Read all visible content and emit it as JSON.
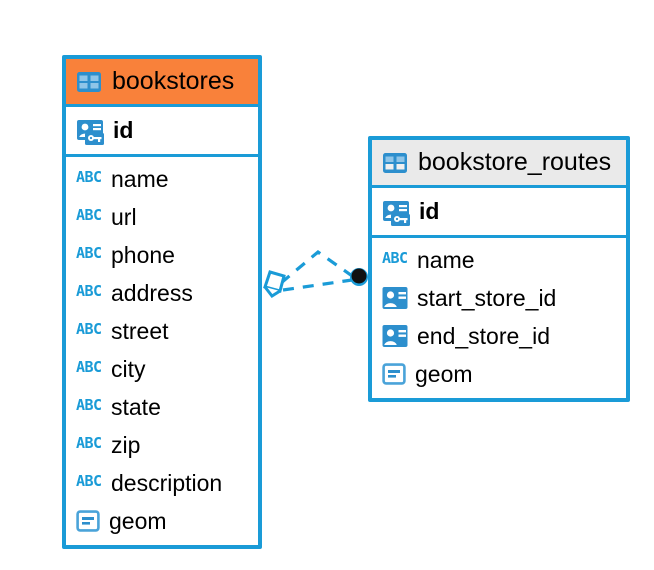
{
  "diagram": {
    "type": "entity-relationship-diagram",
    "background_color": "#ffffff",
    "accent_color": "#1a9bd7",
    "highlight_color": "#f9813a"
  },
  "entities": [
    {
      "name": "bookstores",
      "header_style": "accent-orange",
      "icon": "table-icon",
      "primary_keys": [
        {
          "label": "id",
          "icon": "primary-key-icon",
          "type": "pk"
        }
      ],
      "fields": [
        {
          "label": "name",
          "icon": "text-abc-icon",
          "type": "text",
          "icon_text": "ABC"
        },
        {
          "label": "url",
          "icon": "text-abc-icon",
          "type": "text",
          "icon_text": "ABC"
        },
        {
          "label": "phone",
          "icon": "text-abc-icon",
          "type": "text",
          "icon_text": "ABC"
        },
        {
          "label": "address",
          "icon": "text-abc-icon",
          "type": "text",
          "icon_text": "ABC"
        },
        {
          "label": "street",
          "icon": "text-abc-icon",
          "type": "text",
          "icon_text": "ABC"
        },
        {
          "label": "city",
          "icon": "text-abc-icon",
          "type": "text",
          "icon_text": "ABC"
        },
        {
          "label": "state",
          "icon": "text-abc-icon",
          "type": "text",
          "icon_text": "ABC"
        },
        {
          "label": "zip",
          "icon": "text-abc-icon",
          "type": "text",
          "icon_text": "ABC"
        },
        {
          "label": "description",
          "icon": "text-abc-icon",
          "type": "text",
          "icon_text": "ABC"
        },
        {
          "label": "geom",
          "icon": "geometry-icon",
          "type": "geometry"
        }
      ]
    },
    {
      "name": "bookstore_routes",
      "header_style": "accent-grey",
      "icon": "table-icon",
      "primary_keys": [
        {
          "label": "id",
          "icon": "primary-key-icon",
          "type": "pk"
        }
      ],
      "fields": [
        {
          "label": "name",
          "icon": "text-abc-icon",
          "type": "text",
          "icon_text": "ABC"
        },
        {
          "label": "start_store_id",
          "icon": "foreign-key-icon",
          "type": "fk"
        },
        {
          "label": "end_store_id",
          "icon": "foreign-key-icon",
          "type": "fk"
        },
        {
          "label": "geom",
          "icon": "geometry-icon",
          "type": "geometry"
        }
      ]
    }
  ],
  "relationship": {
    "from_entity": "bookstores",
    "to_entity": "bookstore_routes",
    "from_marker": "diamond-marker",
    "to_marker": "filled-circle-marker",
    "line_style": "dashed",
    "line_color": "#1a9bd7"
  }
}
